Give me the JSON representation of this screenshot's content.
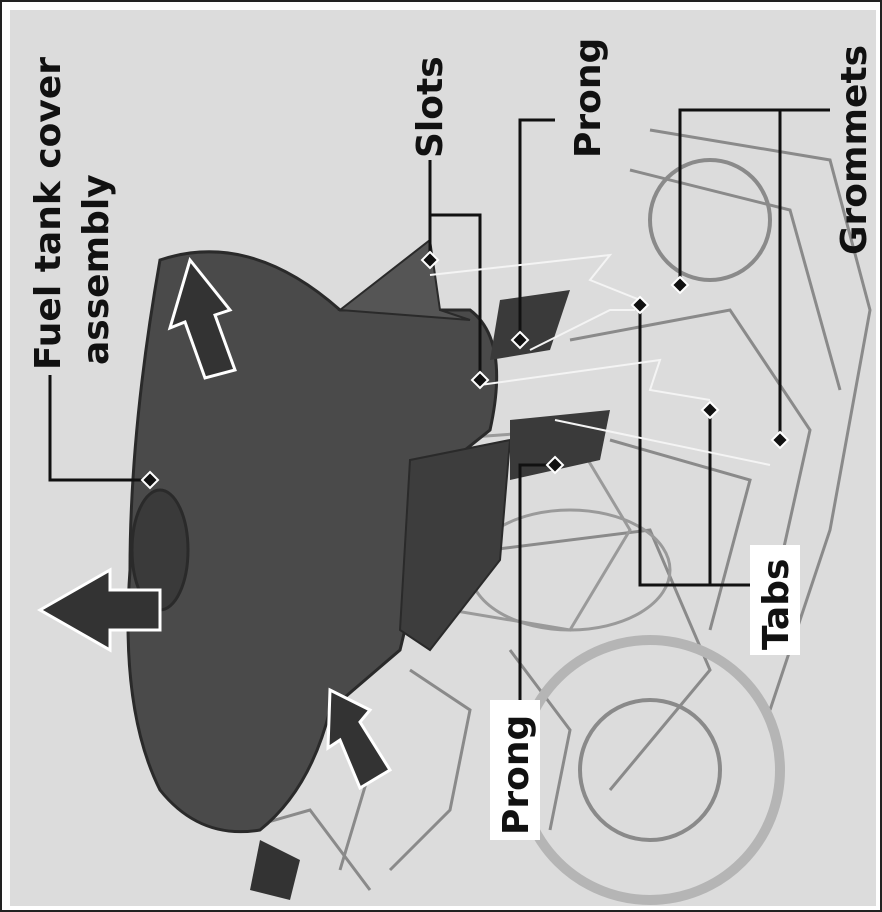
{
  "figure": {
    "background_color": "#dcdcdc",
    "tank_color": "#4a4a4a",
    "line_color": "#111111",
    "labels": {
      "fuel_tank_cover_line1": "Fuel tank cover",
      "fuel_tank_cover_line2": "assembly",
      "slots": "Slots",
      "prong_top": "Prong",
      "grommets": "Grommets",
      "tabs": "Tabs",
      "prong_bottom": "Prong"
    }
  }
}
